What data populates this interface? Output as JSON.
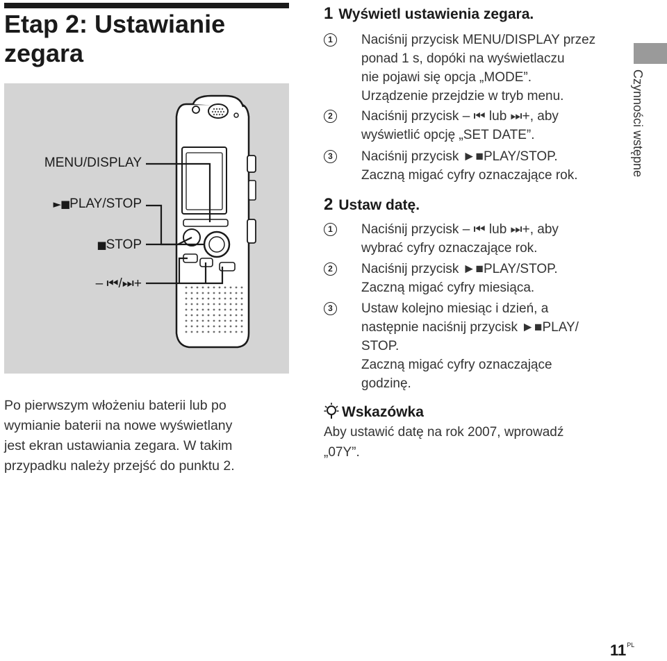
{
  "heading": {
    "line1": "Etap 2: Ustawianie",
    "line2": "zegara"
  },
  "figure": {
    "callout_menu": "MENU/DISPLAY",
    "callout_play_sym": "►■",
    "callout_play": "PLAY/STOP",
    "callout_stop_sym": "■",
    "callout_stop": "STOP",
    "callout_skip": "– ⏮/⏭+"
  },
  "intro": {
    "line1": "Po pierwszym włożeniu baterii lub po",
    "line2": "wymianie baterii na nowe wyświetlany",
    "line3": "jest ekran ustawiania zegara. W takim",
    "line4": "przypadku należy przejść do punktu 2."
  },
  "step1": {
    "number": "1",
    "title": "Wyświetl ustawienia zegara.",
    "items": [
      {
        "marker": "1",
        "lines": [
          "Naciśnij przycisk MENU/DISPLAY przez",
          "ponad 1 s, dopóki na wyświetlaczu",
          "nie pojawi się opcja „MODE”.",
          "Urządzenie przejdzie w tryb menu."
        ]
      },
      {
        "marker": "2",
        "lines": [
          "Naciśnij przycisk – ⏮ lub ⏭+, aby",
          "wyświetlić opcję „SET DATE”."
        ]
      },
      {
        "marker": "3",
        "lines": [
          "Naciśnij przycisk ►■PLAY/STOP.",
          "Zaczną migać cyfry oznaczające rok."
        ]
      }
    ]
  },
  "step2": {
    "number": "2",
    "title": "Ustaw datę.",
    "items": [
      {
        "marker": "1",
        "lines": [
          "Naciśnij przycisk – ⏮ lub ⏭+, aby",
          "wybrać cyfry oznaczające rok."
        ]
      },
      {
        "marker": "2",
        "lines": [
          "Naciśnij przycisk ►■PLAY/STOP.",
          "Zaczną migać cyfry miesiąca."
        ]
      },
      {
        "marker": "3",
        "lines": [
          "Ustaw kolejno miesiąc i dzień, a",
          "następnie naciśnij przycisk ►■PLAY/",
          "STOP.",
          "Zaczną migać cyfry oznaczające",
          "godzinę."
        ]
      }
    ]
  },
  "tip": {
    "title": "Wskazówka",
    "line1": "Aby ustawić datę na rok 2007, wprowadź",
    "line2": "„07Y”."
  },
  "side_tab_label": "Czynności wstępne",
  "page": {
    "number": "11",
    "lang": "PL"
  }
}
